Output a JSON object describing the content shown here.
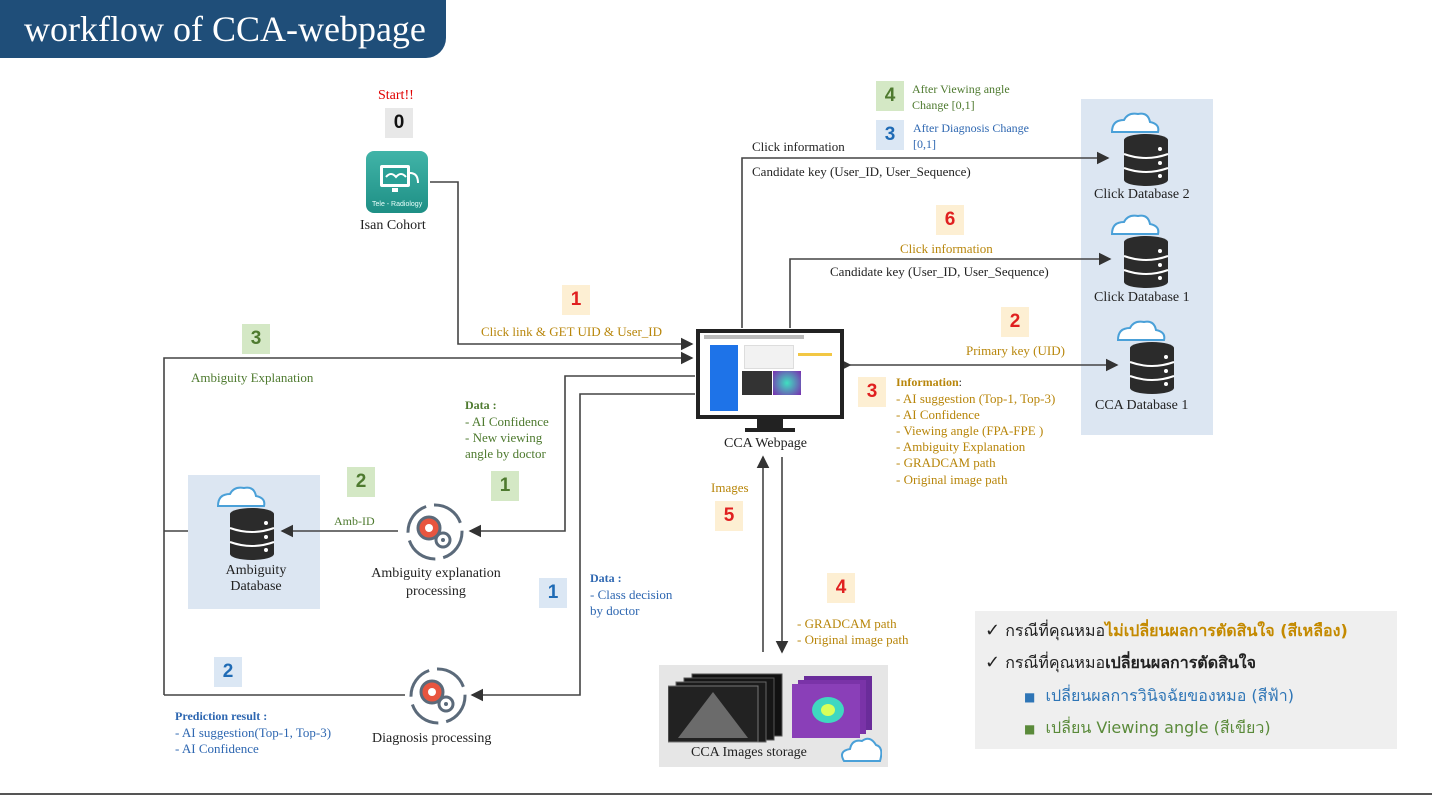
{
  "title": "workflow of CCA-webpage",
  "start": {
    "label": "Start!!",
    "num": "0"
  },
  "nodes": {
    "isan_cohort": "Isan Cohort",
    "isan_icon_text": "Tele - Radiology",
    "cca_webpage": "CCA Webpage",
    "click_db2": "Click Database 2",
    "click_db1": "Click Database 1",
    "cca_db1": "CCA Database 1",
    "ambiguity_db": "Ambiguity\nDatabase",
    "ambiguity_proc": "Ambiguity explanation\nprocessing",
    "diagnosis_proc": "Diagnosis processing",
    "images_storage": "CCA Images storage"
  },
  "edges": {
    "click_link": {
      "num": "1",
      "label": "Click link & GET UID & User_ID"
    },
    "to_db2": {
      "label1": "Click information",
      "label2": "Candidate key (User_ID, User_Sequence)"
    },
    "after_view": {
      "num": "4",
      "text": "After Viewing angle\nChange [0,1]"
    },
    "after_diag": {
      "num": "3",
      "text": "After Diagnosis Change\n[0,1]"
    },
    "to_db1": {
      "num": "6",
      "label1": "Click information",
      "label2": "Candidate key (User_ID, User_Sequence)"
    },
    "to_cca_db": {
      "num": "2",
      "label": "Primary key (UID)"
    },
    "info": {
      "num": "3",
      "heading": "Information",
      "lines": [
        "- AI suggestion (Top-1, Top-3)",
        "- AI Confidence",
        "- Viewing angle (FPA-FPE )",
        "- Ambiguity Explanation",
        "- GRADCAM path",
        "- Original image path"
      ]
    },
    "amb_expl": {
      "num": "3",
      "label": "Ambiguity Explanation"
    },
    "data_green": {
      "num": "1",
      "heading": "Data :",
      "lines": [
        "- AI Confidence",
        "- New viewing",
        "angle by doctor"
      ]
    },
    "amb_id": {
      "num": "2",
      "label": "Amb-ID"
    },
    "data_blue": {
      "num": "1",
      "heading": "Data :",
      "lines": [
        "- Class decision",
        "by doctor"
      ]
    },
    "images": {
      "num": "5",
      "label": "Images"
    },
    "gradcam": {
      "num": "4",
      "lines": [
        "- GRADCAM path",
        "- Original image path"
      ]
    },
    "prediction": {
      "num": "2",
      "heading": "Prediction result :",
      "lines": [
        "- AI suggestion(Top-1, Top-3)",
        "- AI Confidence"
      ]
    }
  },
  "legend": {
    "line1_prefix": "กรณีที่คุณหมอ",
    "line1_highlight": "ไม่เปลี่ยนผลการตัดสินใจ (สีเหลือง)",
    "line2_prefix": "กรณีที่คุณหมอ",
    "line2_rest": "เปลี่ยนผลการตัดสินใจ",
    "sub1": "เปลี่ยนผลการวินิจฉัยของหมอ (สีฟ้า)",
    "sub2": "เปลี่ยน Viewing angle (สีเขียว)"
  },
  "colors": {
    "title_bg": "#1f4e79",
    "panel_blue": "#dce6f2",
    "gold": "#b8860b",
    "green": "#4e7a2f",
    "blue": "#2e67b1",
    "red": "#e00000"
  }
}
